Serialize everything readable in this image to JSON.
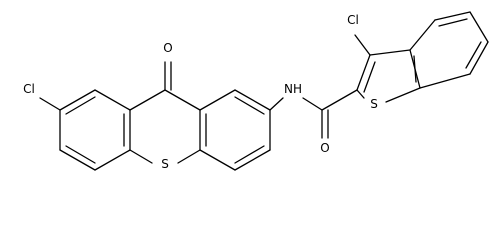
{
  "structure": {
    "atoms": {
      "oxygen_ketone": "O",
      "chlorine_left": "Cl",
      "sulfur_ring": "S",
      "nitrogen_amide": "NH",
      "oxygen_amide": "O",
      "chlorine_right": "Cl",
      "sulfur_thiophene": "S"
    }
  }
}
